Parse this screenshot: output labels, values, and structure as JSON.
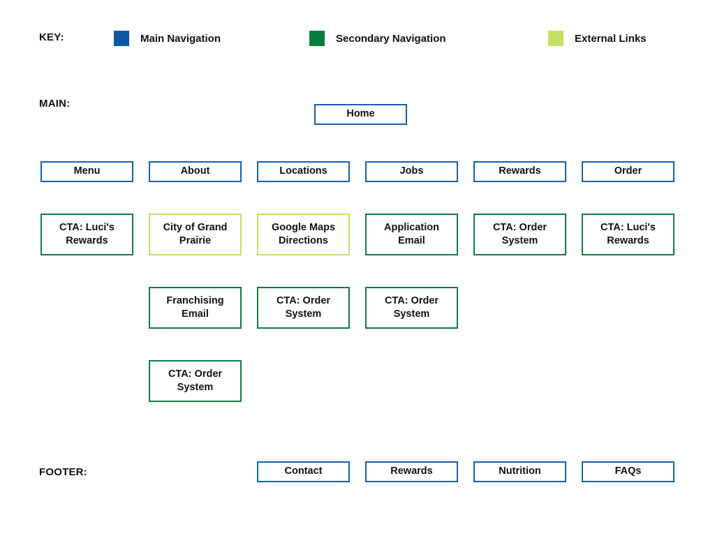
{
  "colors": {
    "main_navigation": "#1560A8",
    "secondary_navigation": "#00803C",
    "external_links": "#C5E066",
    "text": "#111111",
    "background": "#FFFFFF"
  },
  "key": {
    "label": "KEY:",
    "entries": [
      {
        "swatch_color": "#0B57A4",
        "label": "Main Navigation"
      },
      {
        "swatch_color": "#00803C",
        "label": "Secondary Navigation"
      },
      {
        "swatch_color": "#C5E066",
        "label": "External Links"
      }
    ]
  },
  "main": {
    "label": "MAIN:",
    "home": {
      "label": "Home",
      "type": "main-navigation"
    },
    "nav_row": [
      {
        "label": "Menu",
        "type": "main-navigation"
      },
      {
        "label": "About",
        "type": "main-navigation"
      },
      {
        "label": "Locations",
        "type": "main-navigation"
      },
      {
        "label": "Jobs",
        "type": "main-navigation"
      },
      {
        "label": "Rewards",
        "type": "main-navigation"
      },
      {
        "label": "Order",
        "type": "main-navigation"
      }
    ],
    "row_2": [
      {
        "line1": "CTA: Luci's",
        "line2": "Rewards",
        "type": "secondary-navigation"
      },
      {
        "line1": "City of Grand",
        "line2": "Prairie",
        "type": "external-link"
      },
      {
        "line1": "Google Maps",
        "line2": "Directions",
        "type": "external-link"
      },
      {
        "line1": "Application",
        "line2": "Email",
        "type": "secondary-navigation"
      },
      {
        "line1": "CTA: Order",
        "line2": "System",
        "type": "secondary-navigation"
      },
      {
        "line1": "CTA: Luci's",
        "line2": "Rewards",
        "type": "secondary-navigation"
      }
    ],
    "row_3": [
      {
        "column": 2,
        "line1": "Franchising",
        "line2": "Email",
        "type": "secondary-navigation"
      },
      {
        "column": 3,
        "line1": "CTA: Order",
        "line2": "System",
        "type": "secondary-navigation"
      },
      {
        "column": 4,
        "line1": "CTA: Order",
        "line2": "System",
        "type": "secondary-navigation"
      }
    ],
    "row_4": [
      {
        "column": 2,
        "line1": "CTA: Order",
        "line2": "System",
        "type": "secondary-navigation"
      }
    ]
  },
  "footer": {
    "label": "FOOTER:",
    "items": [
      {
        "column": 3,
        "label": "Contact",
        "type": "main-navigation"
      },
      {
        "column": 4,
        "label": "Rewards",
        "type": "main-navigation"
      },
      {
        "column": 5,
        "label": "Nutrition",
        "type": "main-navigation"
      },
      {
        "column": 6,
        "label": "FAQs",
        "type": "main-navigation"
      }
    ]
  }
}
